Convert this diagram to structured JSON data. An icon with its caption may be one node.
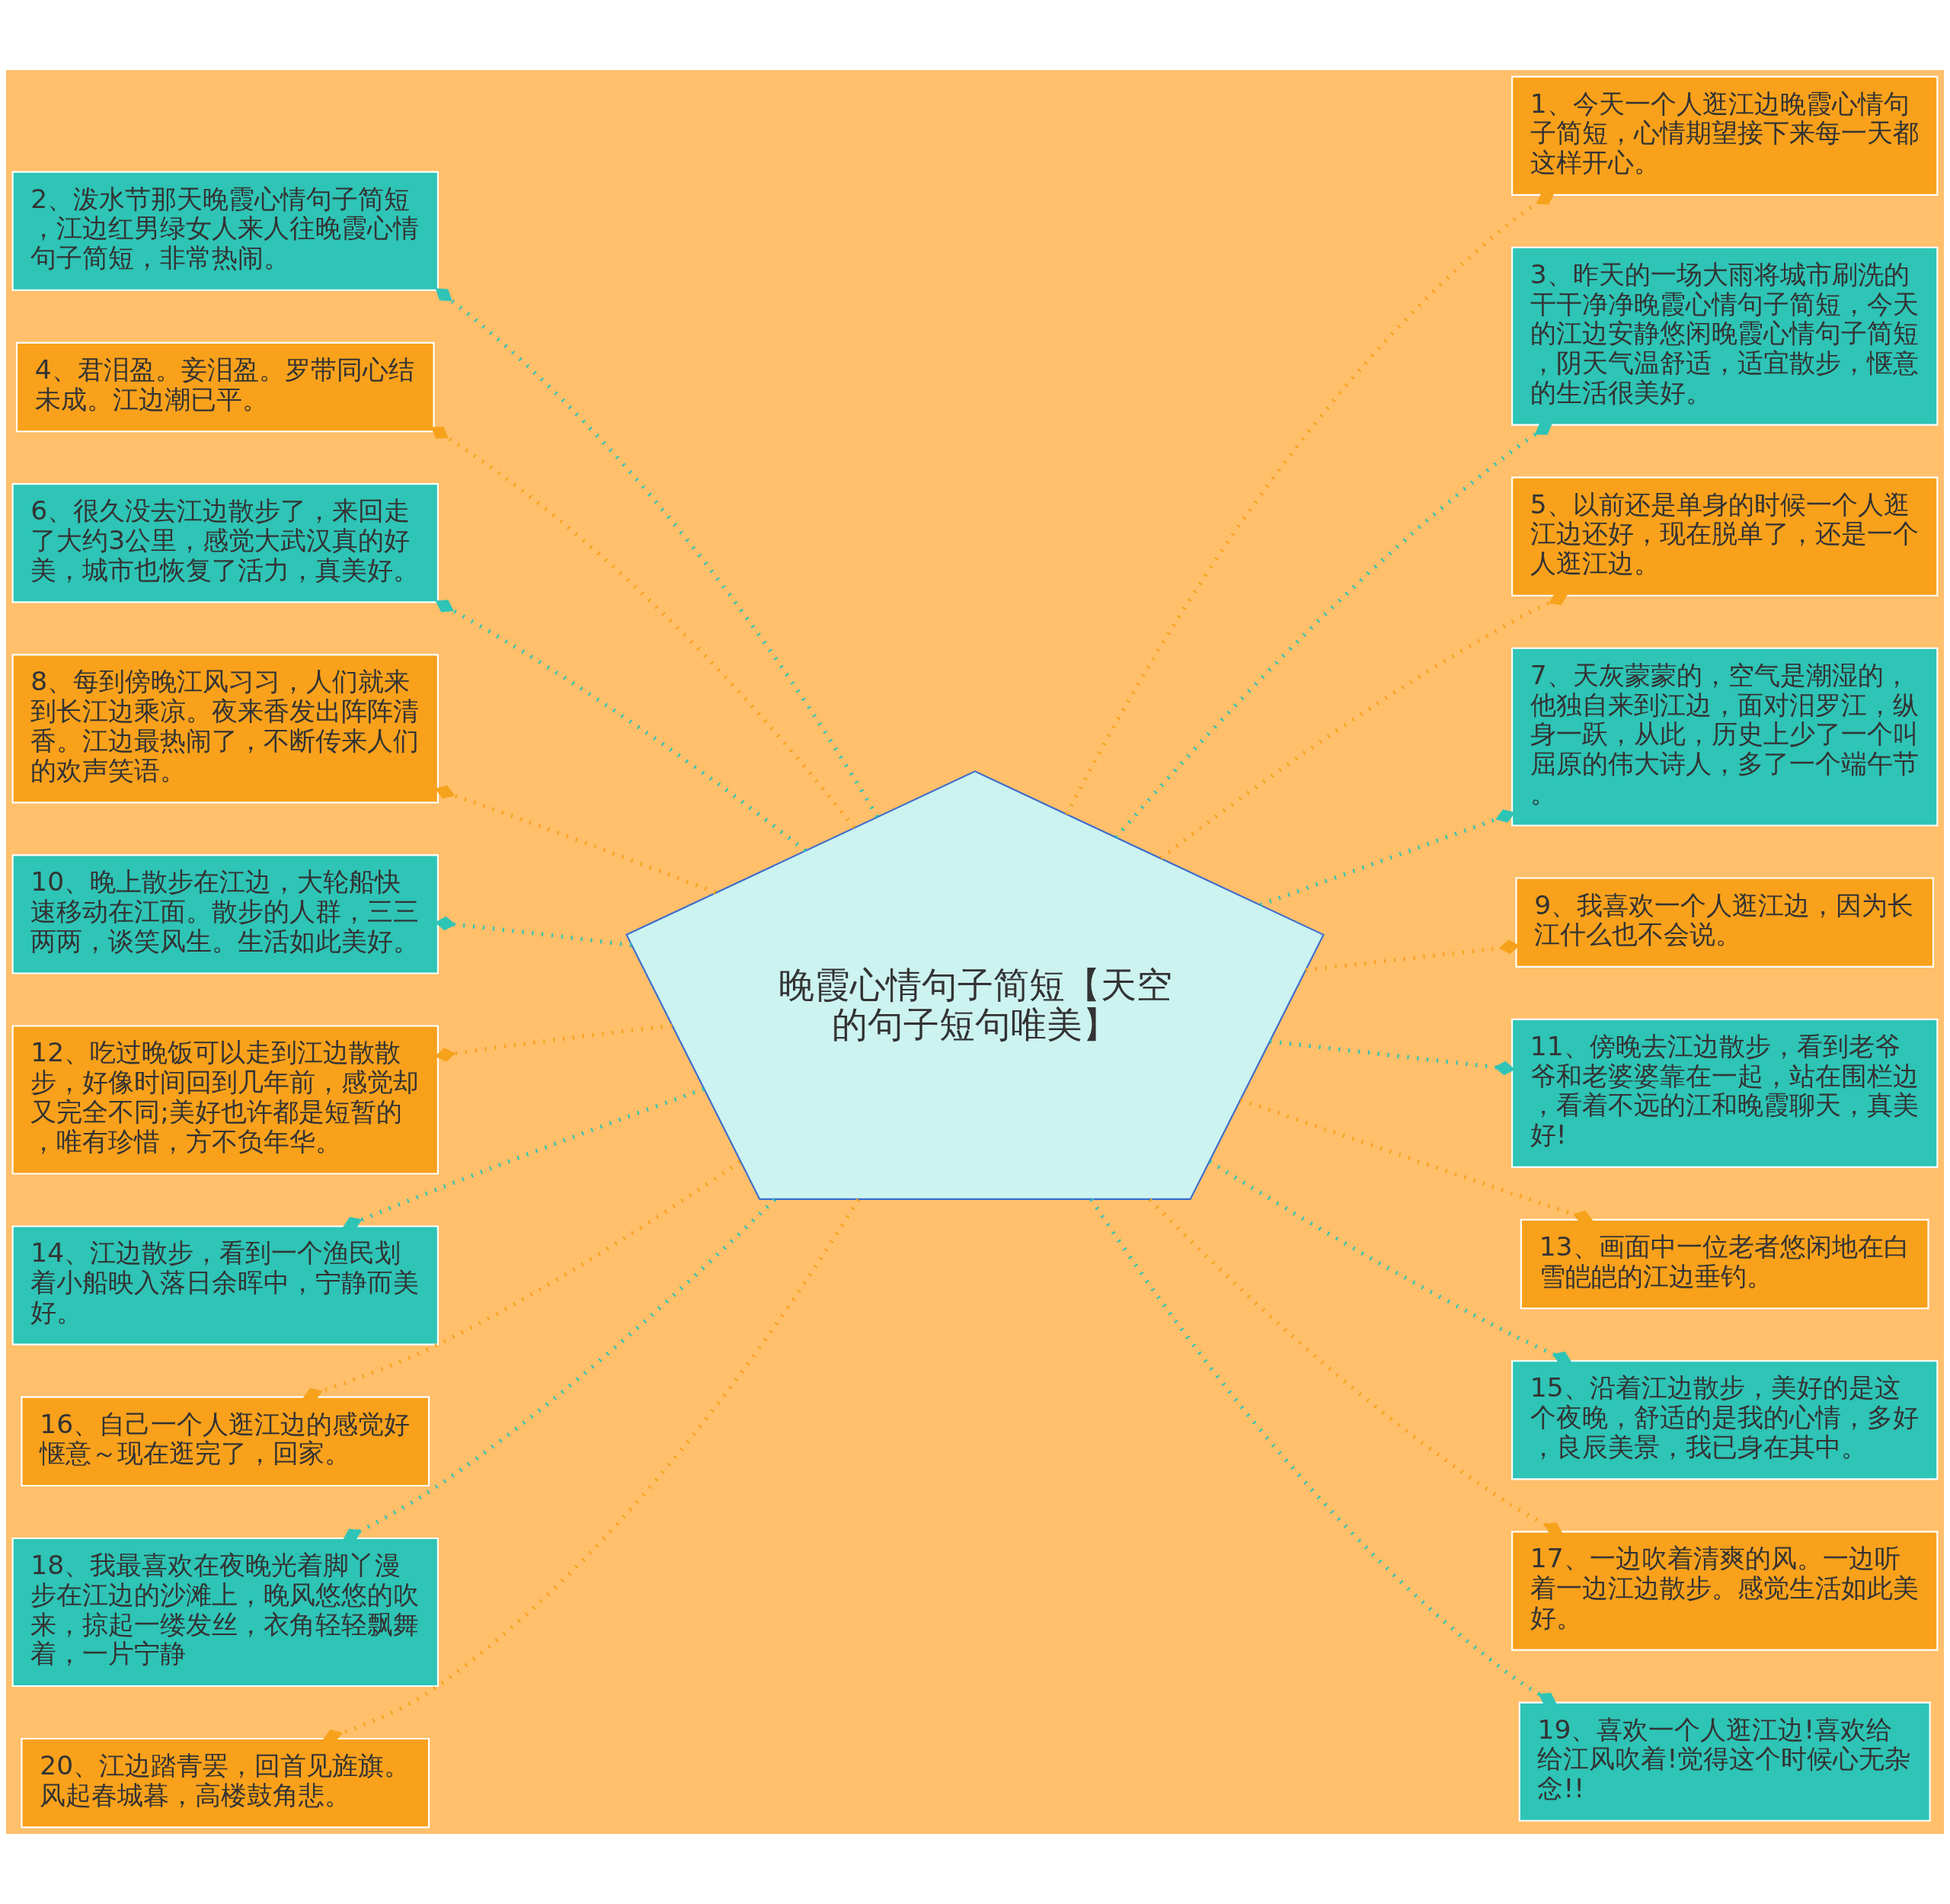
{
  "diagram": {
    "nodes": [
      {
        "text": [
          "晚霞心情句子简短【天空的句子短句唯美】"
        ]
      },
      {
        "text": [
          "1、今天一个人逛江边晚霞心情句子简短，心情期望接下来每一天都这样开心。"
        ]
      },
      {
        "text": [
          "2、泼水节那天晚霞心情句子简短，江边红男绿女人来人往晚霞心情句子简短，非常热闹。"
        ]
      },
      {
        "text": [
          "3、昨天的一场大雨将城市刷洗的干干净净晚霞心情句子简短，今天的江边安静悠闲晚霞心情句子简短，阴天气温舒适，适宜散步，惬意的生活很美好。"
        ]
      },
      {
        "text": [
          "4、君泪盈。妾泪盈。罗带同心结未成。江边潮已平。"
        ]
      },
      {
        "text": [
          "5、以前还是单身的时候一个人逛江边还好，现在脱单了，还是一个人逛江边。"
        ]
      },
      {
        "text": [
          "6、很久没去江边散步了，来回走了大约3公里，感觉大武汉真的好美，城市也恢复了活力，真美好。"
        ]
      },
      {
        "text": [
          "7、天灰蒙蒙的，空气是潮湿的，他独自来到江边，面对汨罗江，纵身一跃，从此，历史上少了一个叫屈原的伟大诗人，多了一个端午节。"
        ]
      },
      {
        "text": [
          "8、每到傍晚江风习习，人们就来到长江边乘凉。夜来香发出阵阵清香。江边最热闹了，不断传来人们的欢声笑语。"
        ]
      },
      {
        "text": [
          "9、我喜欢一个人逛江边，因为长江什么也不会说。"
        ]
      },
      {
        "text": [
          "10、晚上散步在江边，大轮船快速移动在江面。散步的人群，三三两两，谈笑风生。生活如此美好。"
        ]
      },
      {
        "text": [
          "11、傍晚去江边散步，看到老爷爷和老婆婆靠在一起，站在围栏边，看着不远的江和晚霞聊天，真美好!"
        ]
      },
      {
        "text": [
          "12、吃过晚饭可以走到江边散散步，好像时间回到几年前，感觉却又完全不同;美好也许都是短暂的，唯有珍惜，方不负年华。"
        ]
      },
      {
        "text": [
          "13、画面中一位老者悠闲地在白雪皑皑的江边垂钓。"
        ]
      },
      {
        "text": [
          "14、江边散步，看到一个渔民划着小船映入落日余晖中，宁静而美好。"
        ]
      },
      {
        "text": [
          "15、沿着江边散步，美好的是这个夜晚，舒适的是我的心情，多好，良辰美景，我已身在其中。"
        ]
      },
      {
        "text": [
          "16、自己一个人逛江边的感觉好惬意～现在逛完了，回家。"
        ]
      },
      {
        "text": [
          "17、一边吹着清爽的风。一边听着一边江边散步。感觉生活如此美好。"
        ]
      },
      {
        "text": [
          "18、我最喜欢在夜晚光着脚丫漫步在江边的沙滩上，晚风悠悠的吹来，掠起一缕发丝，衣角轻轻飘舞着，一片宁静"
        ]
      },
      {
        "text": [
          "19、喜欢一个人逛江边!喜欢给给江风吹着!觉得这个时候心无杂念!!"
        ]
      },
      {
        "text": [
          "20、江边踏青罢，回首见旌旗。风起春城暮，高楼鼓角悲。"
        ]
      }
    ],
    "edges": [
      {
        "from": 0,
        "to": 1,
        "arrow": "other",
        "style": "dashed",
        "color": "#f7a21b"
      },
      {
        "from": 0,
        "to": 2,
        "arrow": "other",
        "style": "dashed",
        "color": "#2ec4b6"
      },
      {
        "from": 0,
        "to": 3,
        "arrow": "other",
        "style": "dashed",
        "color": "#2ec4b6"
      },
      {
        "from": 0,
        "to": 4,
        "arrow": "other",
        "style": "dashed",
        "color": "#f7a21b"
      },
      {
        "from": 0,
        "to": 5,
        "arrow": "other",
        "style": "dashed",
        "color": "#f7a21b"
      },
      {
        "from": 0,
        "to": 6,
        "arrow": "other",
        "style": "dashed",
        "color": "#2ec4b6"
      },
      {
        "from": 0,
        "to": 7,
        "arrow": "other",
        "style": "dashed",
        "color": "#2ec4b6"
      },
      {
        "from": 0,
        "to": 8,
        "arrow": "other",
        "style": "dashed",
        "color": "#f7a21b"
      },
      {
        "from": 0,
        "to": 9,
        "arrow": "other",
        "style": "dashed",
        "color": "#f7a21b"
      },
      {
        "from": 0,
        "to": 10,
        "arrow": "other",
        "style": "dashed",
        "color": "#2ec4b6"
      },
      {
        "from": 0,
        "to": 11,
        "arrow": "other",
        "style": "dashed",
        "color": "#2ec4b6"
      },
      {
        "from": 0,
        "to": 12,
        "arrow": "other",
        "style": "dashed",
        "color": "#f7a21b"
      },
      {
        "from": 0,
        "to": 13,
        "arrow": "other",
        "style": "dashed",
        "color": "#f7a21b"
      },
      {
        "from": 0,
        "to": 14,
        "arrow": "other",
        "style": "dashed",
        "color": "#2ec4b6"
      },
      {
        "from": 0,
        "to": 15,
        "arrow": "other",
        "style": "dashed",
        "color": "#2ec4b6"
      },
      {
        "from": 0,
        "to": 16,
        "arrow": "other",
        "style": "dashed",
        "color": "#f7a21b"
      },
      {
        "from": 0,
        "to": 17,
        "arrow": "other",
        "style": "dashed",
        "color": "#f7a21b"
      },
      {
        "from": 0,
        "to": 18,
        "arrow": "other",
        "style": "dashed",
        "color": "#2ec4b6"
      },
      {
        "from": 0,
        "to": 19,
        "arrow": "other",
        "style": "dashed",
        "color": "#2ec4b6"
      },
      {
        "from": 0,
        "to": 20,
        "arrow": "other",
        "style": "dashed",
        "color": "#f7a21b"
      }
    ]
  }
}
